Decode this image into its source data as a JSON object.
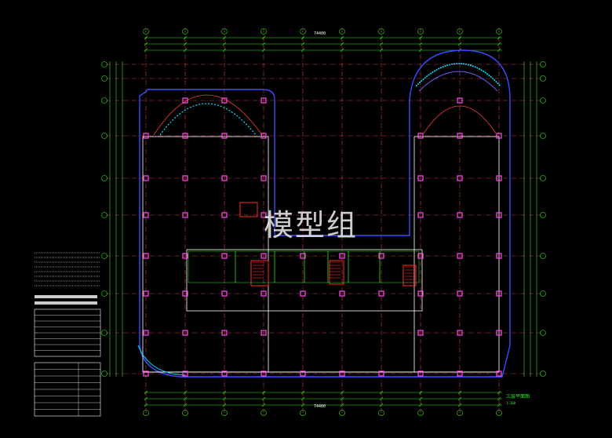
{
  "watermark": {
    "text": "模型组"
  },
  "plan": {
    "title": "三层平面图",
    "scale_note": "1:100",
    "overall_dimension": "74400"
  },
  "colors": {
    "background": "#000000",
    "axis": "#d23c3c",
    "dimension": "#2cf21a",
    "wall": "#3a4cff",
    "column": "#ff4df0",
    "stair": "#ff2a2a",
    "text": "#ffffff",
    "curve": "#6a5cff",
    "arc_red": "#ff3a3a",
    "arc_cyan": "#00e5ff"
  }
}
